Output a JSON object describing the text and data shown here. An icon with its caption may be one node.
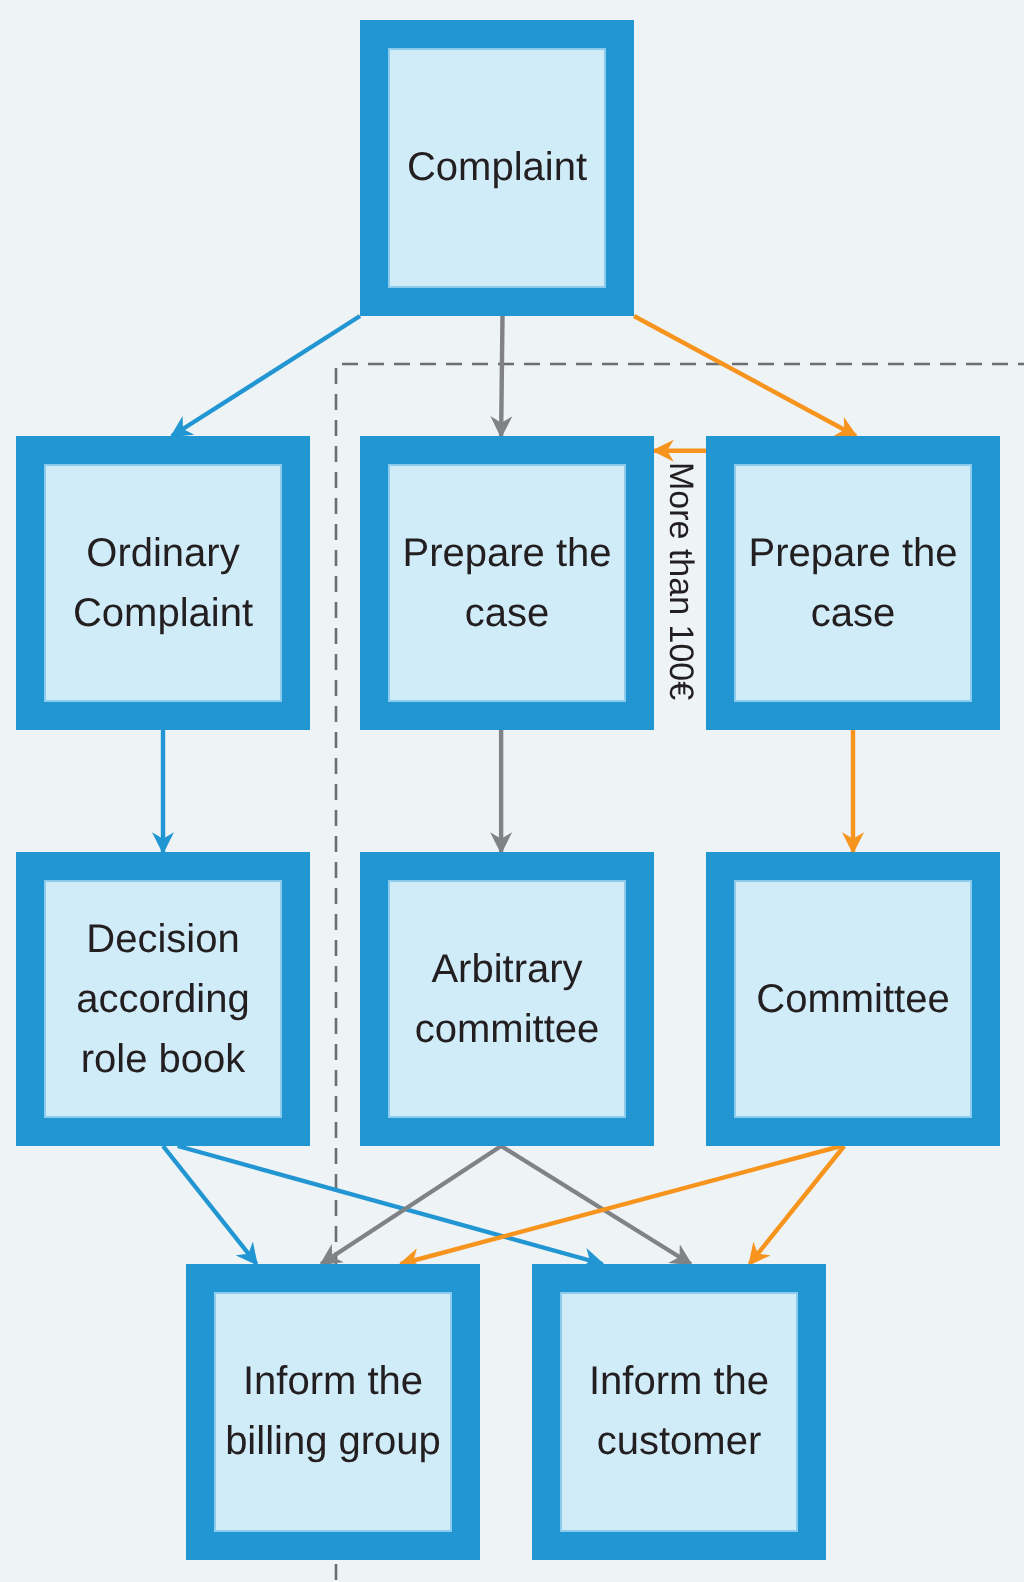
{
  "diagram": {
    "nodes": [
      {
        "text": [
          "Complaint"
        ]
      },
      {
        "text": [
          "Ordinary Complaint"
        ]
      },
      {
        "text": [
          "Prepare the case"
        ]
      },
      {
        "text": [
          "Prepare the case"
        ]
      },
      {
        "text": [
          "Decision according role book"
        ]
      },
      {
        "text": [
          "Arbitrary committee"
        ]
      },
      {
        "text": [
          "Committee"
        ]
      },
      {
        "text": [
          "Inform the billing group"
        ]
      },
      {
        "text": [
          "Inform the customer"
        ]
      }
    ],
    "edges": [
      {
        "from": 0,
        "to": 1,
        "arrow": "to",
        "color": "#2196d3"
      },
      {
        "from": 0,
        "to": 2,
        "arrow": "to",
        "color": "#808285"
      },
      {
        "from": 0,
        "to": 3,
        "arrow": "to",
        "color": "#f7941d"
      },
      {
        "from": 3,
        "to": 2,
        "arrow": "to",
        "color": "#f7941d",
        "label": "More than 100€"
      },
      {
        "from": 1,
        "to": 4,
        "arrow": "to",
        "color": "#2196d3"
      },
      {
        "from": 2,
        "to": 5,
        "arrow": "to",
        "color": "#808285"
      },
      {
        "from": 3,
        "to": 6,
        "arrow": "to",
        "color": "#f7941d"
      },
      {
        "from": 4,
        "to": 7,
        "arrow": "to",
        "color": "#2196d3"
      },
      {
        "from": 4,
        "to": 8,
        "arrow": "to",
        "color": "#2196d3"
      },
      {
        "from": 5,
        "to": 7,
        "arrow": "to",
        "color": "#808285"
      },
      {
        "from": 5,
        "to": 8,
        "arrow": "to",
        "color": "#808285"
      },
      {
        "from": 6,
        "to": 7,
        "arrow": "to",
        "color": "#f7941d"
      },
      {
        "from": 6,
        "to": 8,
        "arrow": "to",
        "color": "#f7941d"
      }
    ]
  }
}
